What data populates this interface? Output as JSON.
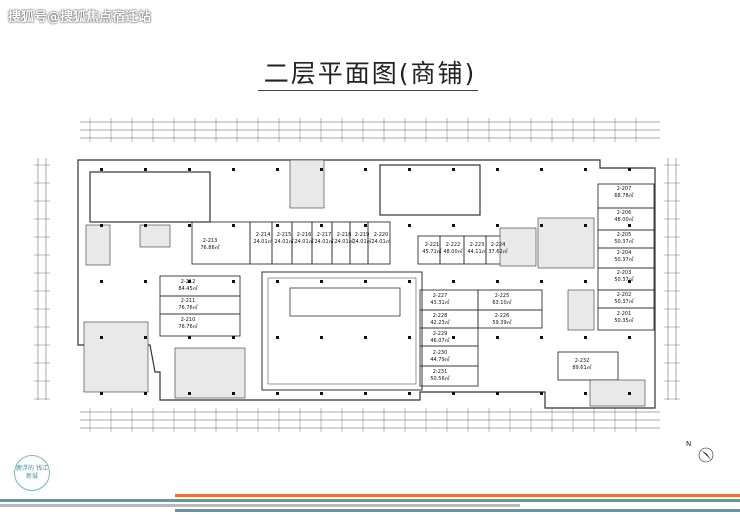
{
  "watermark": "搜狐号@搜狐焦点宿迁站",
  "title": "二层平面图(商铺)",
  "logo_text": "鹿浮的 钱江新城",
  "north_label": "N",
  "units": [
    {
      "id": "2-207",
      "area": "68.78㎡"
    },
    {
      "id": "2-206",
      "area": "48.00㎡"
    },
    {
      "id": "2-205",
      "area": "50.37㎡"
    },
    {
      "id": "2-204",
      "area": "50.37㎡"
    },
    {
      "id": "2-203",
      "area": "50.37㎡"
    },
    {
      "id": "2-202",
      "area": "50.37㎡"
    },
    {
      "id": "2-201",
      "area": "50.35㎡"
    },
    {
      "id": "2-213",
      "area": "76.86㎡"
    },
    {
      "id": "2-214",
      "area": "24.01㎡"
    },
    {
      "id": "2-215",
      "area": "24.01㎡"
    },
    {
      "id": "2-216",
      "area": "24.01㎡"
    },
    {
      "id": "2-217",
      "area": "24.01㎡"
    },
    {
      "id": "2-218",
      "area": "24.01㎡"
    },
    {
      "id": "2-219",
      "area": "24.01㎡"
    },
    {
      "id": "2-220",
      "area": "24.01㎡"
    },
    {
      "id": "2-221",
      "area": "45.71㎡"
    },
    {
      "id": "2-222",
      "area": "48.00㎡"
    },
    {
      "id": "2-223",
      "area": "44.11㎡"
    },
    {
      "id": "2-224",
      "area": "37.62㎡"
    },
    {
      "id": "2-212",
      "area": "84.45㎡"
    },
    {
      "id": "2-211",
      "area": "76.76㎡"
    },
    {
      "id": "2-210",
      "area": "76.76㎡"
    },
    {
      "id": "2-227",
      "area": "43.31㎡"
    },
    {
      "id": "2-225",
      "area": "63.10㎡"
    },
    {
      "id": "2-228",
      "area": "42.23㎡"
    },
    {
      "id": "2-226",
      "area": "59.39㎡"
    },
    {
      "id": "2-229",
      "area": "46.07㎡"
    },
    {
      "id": "2-230",
      "area": "44.79㎡"
    },
    {
      "id": "2-231",
      "area": "50.56㎡"
    },
    {
      "id": "2-232",
      "area": "89.61㎡"
    }
  ],
  "colors": {
    "stripe_orange": "#e8743b",
    "stripe_teal": "#5a9aa6",
    "stripe_gray": "#b9b9b9",
    "wall": "#333333"
  }
}
